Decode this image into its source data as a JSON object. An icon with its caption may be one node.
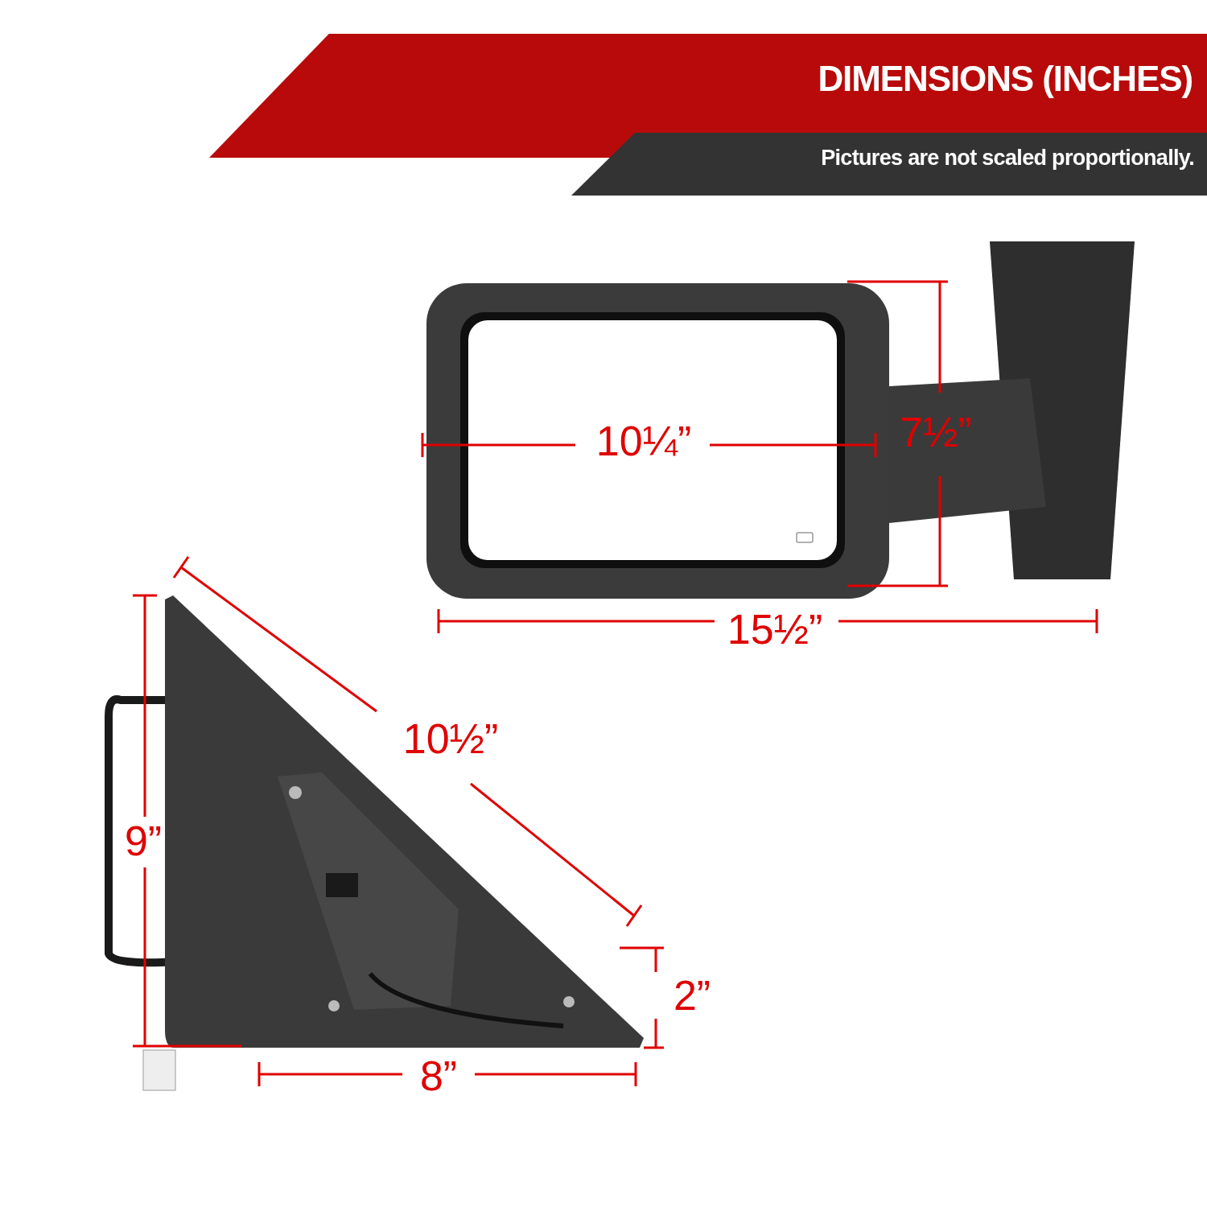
{
  "diagram": {
    "title": "DIMENSIONS (INCHES)",
    "caption": "Pictures are not scaled proportionally.",
    "labels": [
      "10¼”",
      "7½”",
      "15½”",
      "10½”",
      "9”",
      "2”",
      "8”"
    ]
  }
}
